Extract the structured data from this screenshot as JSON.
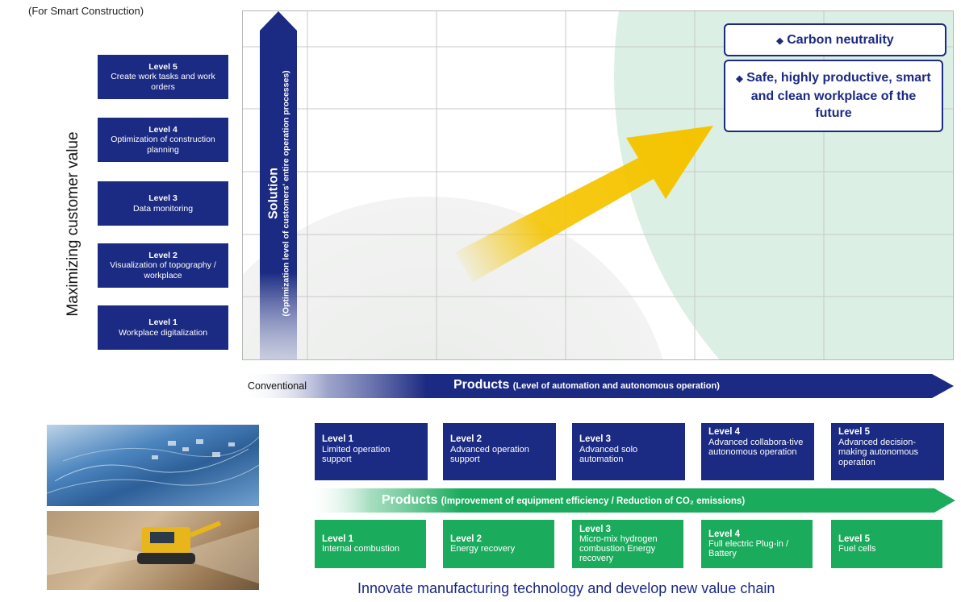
{
  "note": "(For Smart Construction)",
  "y_axis_title": "Maximizing customer value",
  "solution_levels": [
    {
      "title": "Level 5",
      "desc": "Create work tasks and work orders"
    },
    {
      "title": "Level 4",
      "desc": "Optimization of construction planning"
    },
    {
      "title": "Level 3",
      "desc": "Data monitoring"
    },
    {
      "title": "Level 2",
      "desc": "Visualization of topography / workplace"
    },
    {
      "title": "Level 1",
      "desc": "Workplace digitalization"
    }
  ],
  "solution_arrow": {
    "title": "Solution",
    "subtitle": "(Optimization level of customers' entire operation processes)"
  },
  "products_arrow": {
    "start_label": "Conventional",
    "title": "Products",
    "subtitle": "(Level of automation and autonomous operation)"
  },
  "goals": {
    "carbon": "Carbon neutrality",
    "workplace": "Safe, highly productive, smart and clean workplace of the future",
    "bullet": "◆"
  },
  "automation_levels": [
    {
      "title": "Level 1",
      "desc": "Limited operation support"
    },
    {
      "title": "Level 2",
      "desc": "Advanced operation support"
    },
    {
      "title": "Level 3",
      "desc": "Advanced solo automation"
    },
    {
      "title": "Level 4",
      "desc": "Advanced collabora-tive autonomous operation"
    },
    {
      "title": "Level 5",
      "desc": "Advanced decision-making autonomous operation"
    }
  ],
  "efficiency_arrow": {
    "title": "Products",
    "subtitle": "(Improvement of equipment efficiency / Reduction of CO₂ emissions)"
  },
  "powertrain_levels": [
    {
      "title": "Level 1",
      "desc": "Internal combustion"
    },
    {
      "title": "Level 2",
      "desc": "Energy recovery"
    },
    {
      "title": "Level 3",
      "desc": "Micro-mix hydrogen combustion Energy recovery"
    },
    {
      "title": "Level 4",
      "desc": "Full electric Plug-in / Battery"
    },
    {
      "title": "Level 5",
      "desc": "Fuel cells"
    }
  ],
  "footer": "Innovate manufacturing technology and develop new value chain",
  "colors": {
    "navy": "#1b2a82",
    "green": "#1bab5d",
    "yellow": "#f5c400",
    "mint": "#dcefe4"
  }
}
